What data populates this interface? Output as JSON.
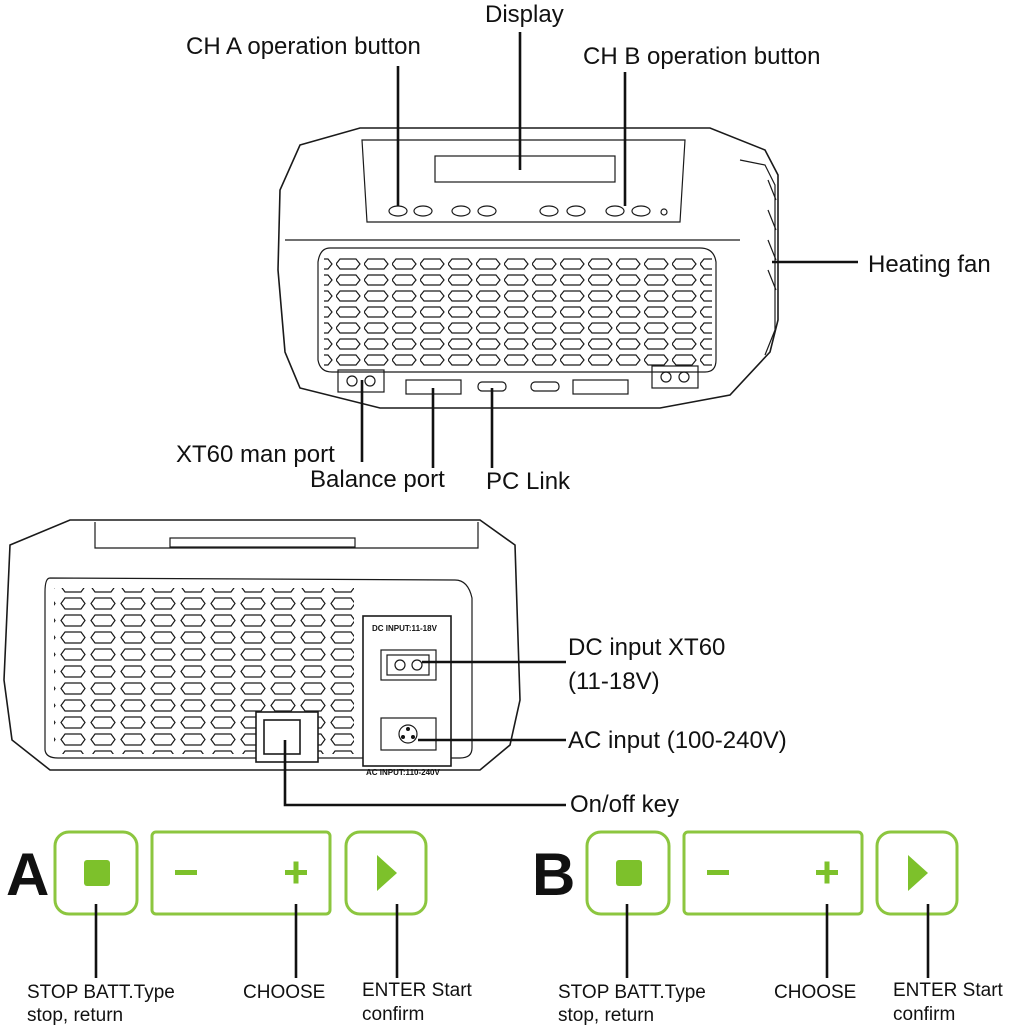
{
  "top_view": {
    "labels": {
      "display": "Display",
      "ch_a": "CH A operation button",
      "ch_b": "CH B operation button",
      "heating_fan": "Heating fan",
      "xt60_main": "XT60 man port",
      "balance": "Balance port",
      "pc_link": "PC Link"
    }
  },
  "rear_view": {
    "panel_text": {
      "dc_input": "DC  INPUT:11-18V",
      "ac_input": "AC  INPUT:110-240V"
    },
    "labels": {
      "dc_input_line1": "DC input XT60",
      "dc_input_line2": "(11-18V)",
      "ac_input": "AC input (100-240V)",
      "on_off": "On/off key"
    }
  },
  "button_panels": [
    {
      "letter": "A",
      "minus": "−",
      "plus": "+",
      "stop_line1": "STOP BATT.Type",
      "stop_line2": "stop, return",
      "choose": "CHOOSE",
      "enter_line1": "ENTER Start",
      "enter_line2": "confirm"
    },
    {
      "letter": "B",
      "minus": "−",
      "plus": "+",
      "stop_line1": "STOP BATT.Type",
      "stop_line2": "stop, return",
      "choose": "CHOOSE",
      "enter_line1": "ENTER Start",
      "enter_line2": "confirm"
    }
  ],
  "colors": {
    "accent_green": "#7dc12b",
    "frame_green": "#8cc63f",
    "line": "#111111"
  }
}
